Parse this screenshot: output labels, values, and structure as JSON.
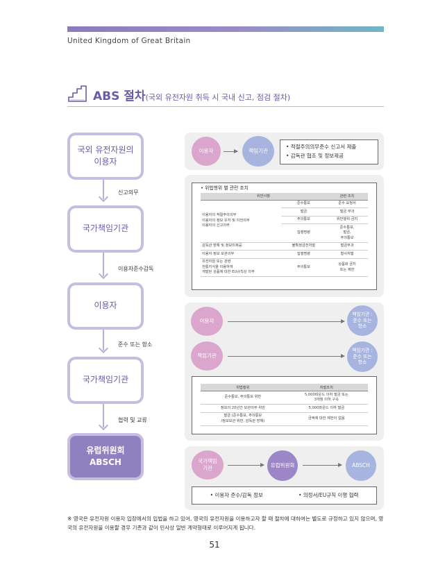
{
  "header": {
    "country": "United Kingdom of Great Britain"
  },
  "title": {
    "main": "ABS 절차",
    "sub": "(국외 유전자원 취득 시 국내 신고, 점검 절차)"
  },
  "left_flow": {
    "boxes": [
      "국외 유전자원의\n이용자",
      "국가책임기관",
      "이용자",
      "국가책임기관",
      "유럽위원회\nABSCH"
    ],
    "steps": [
      "신고의무",
      "이용자준수감독",
      "준수 또는 항소",
      "협력 및 교류"
    ]
  },
  "panel1": {
    "from": "이용자",
    "to": "책임기관",
    "bullets": [
      "적절주의의무준수 신고서 제출",
      "감독관 협조 및 정보제공"
    ]
  },
  "panel2": {
    "heading": "위법행위 별 관련 조치",
    "cols": [
      "위반사항",
      "관련 조치"
    ],
    "g1_left": "이용자의 적절주의의무\n이용자의 정보 유지 및 이전의무\n이용자의 신고의무",
    "g1_rows": [
      [
        "준수통보",
        "준수 요청서"
      ],
      [
        "벌금",
        "벌금 부과"
      ],
      [
        "주의통보",
        "위반행위 금지"
      ],
      [
        "집행명령",
        "준수통보,\n벌금,\n주의통보"
      ]
    ],
    "g2": [
      [
        "감독관 방해 및 정보미제공",
        "불확정금전처벌",
        "벌금부과"
      ],
      [
        "이용자 정보 보관의무",
        "집행명령",
        "형사처벌"
      ]
    ],
    "g3": [
      "유전자원 또는 관련\n전통지식을 이용하여\n개발된 상품에 대한 EU규칙상 의무",
      "주의통보",
      "상품화 금지\n또는 제한"
    ]
  },
  "panel3": {
    "row1": {
      "from": "이용자",
      "to": "책임기관 :\n준수 또는\n항소"
    },
    "row2": {
      "from": "책임기관",
      "to": "책임기관 :\n준수 또는\n항소"
    },
    "cols": [
      "위법행위",
      "처벌조치"
    ],
    "rows": [
      [
        "준수통보, 주의통보 위반",
        "5,000파운드 이하 벌금 또는\n3개월 이하 구속"
      ],
      [
        "정보의 20년간 보관의무 위반",
        "5,000파운드 이하 벌금"
      ],
      [
        "벌금 (준수통보, 주의통보\n/정보보관 위반, 감독관 방해)",
        "금액에 대한 제한이 없음"
      ]
    ]
  },
  "panel4": {
    "nodes": [
      "국가책임\n기관",
      "유럽위원회",
      "ABSCH"
    ],
    "bullets": [
      "이용자 준수/감독 정보",
      "의정서/EU규칙 이행 협력"
    ]
  },
  "footnote": "※ 영국은 유전자원 이용자 입장에서의 입법을 하고 있어, 영국의 유전자원을 이용하고자 할 때 절차에 대하여는 별도로 규정하고 있지 않으며, 영국의 유전자원을 이용할 경우 기존과 같이 민사상 일반 계약형태로 이루어지게 됩니다.",
  "page_number": "51",
  "colors": {
    "accent": "#6a5aa8",
    "box_border": "#c6bde0",
    "pink": "#dba6cd",
    "blue": "#a8b4e0",
    "purple": "#9c86c6"
  }
}
